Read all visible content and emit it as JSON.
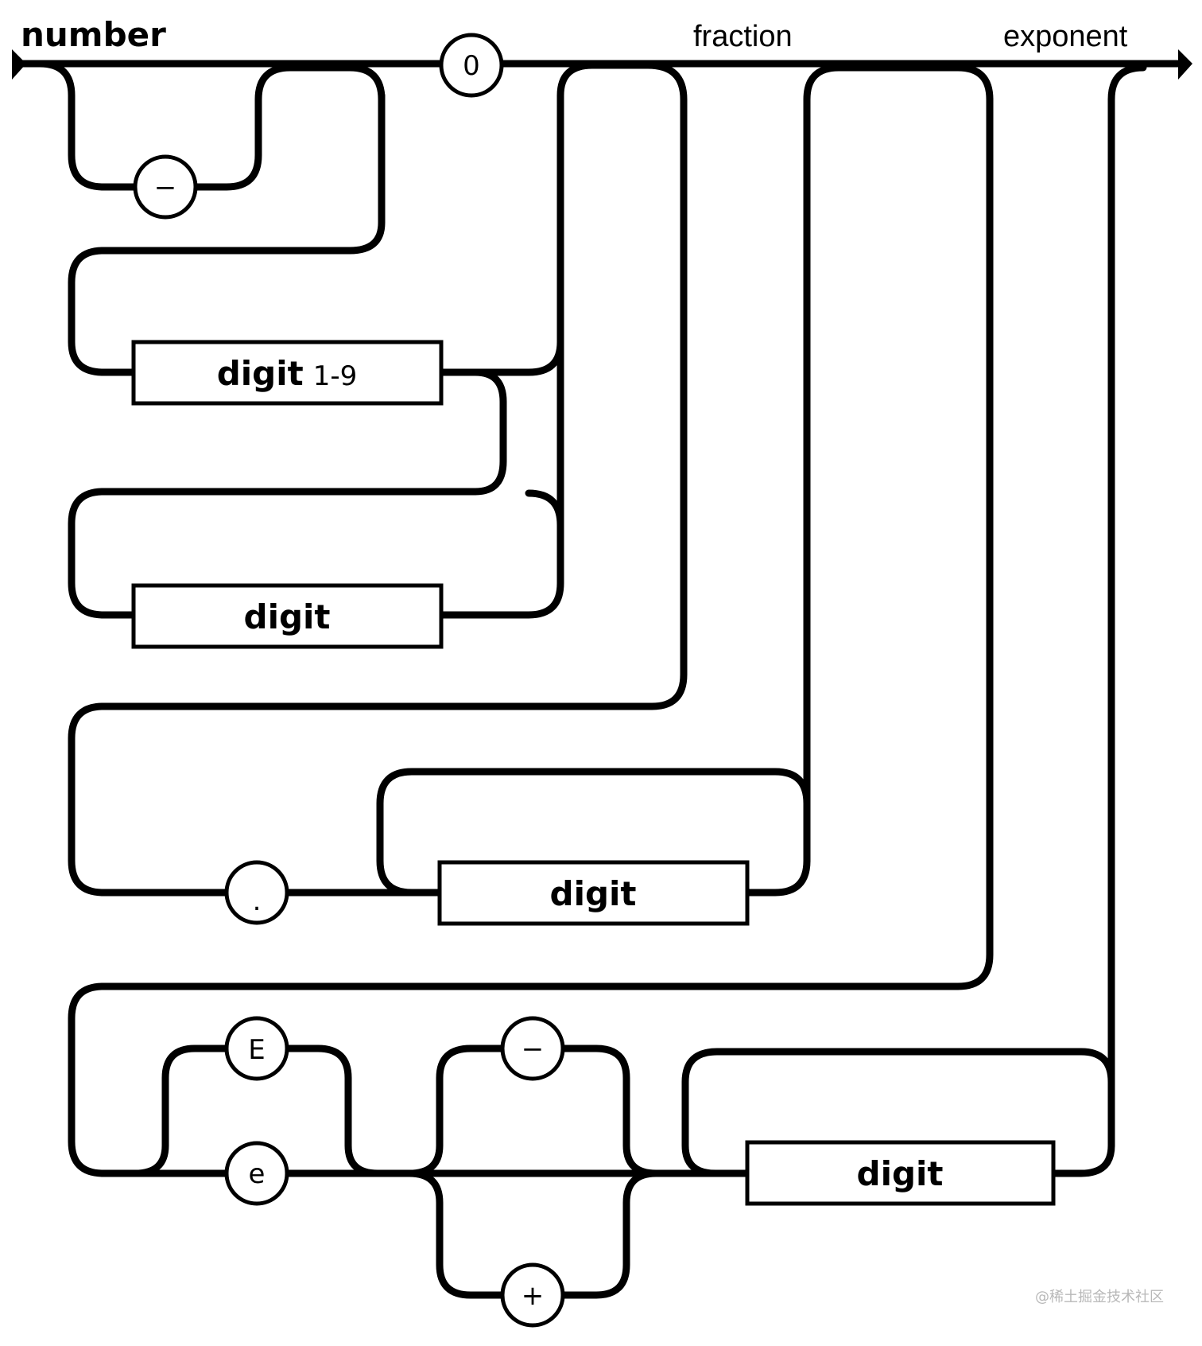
{
  "diagram": {
    "title": "number",
    "sections": {
      "fraction": "fraction",
      "exponent": "exponent"
    },
    "terminals": {
      "zero": "0",
      "minus_sign": "−",
      "decimal_point": ".",
      "exp_upper": "E",
      "exp_lower": "e",
      "exp_minus": "−",
      "exp_plus": "+"
    },
    "nonterminals": {
      "digit_1_9_bold": "digit",
      "digit_1_9_range": "1-9",
      "integer_digit": "digit",
      "fraction_digit": "digit",
      "exponent_digit": "digit"
    }
  },
  "watermark": "@稀土掘金技术社区"
}
